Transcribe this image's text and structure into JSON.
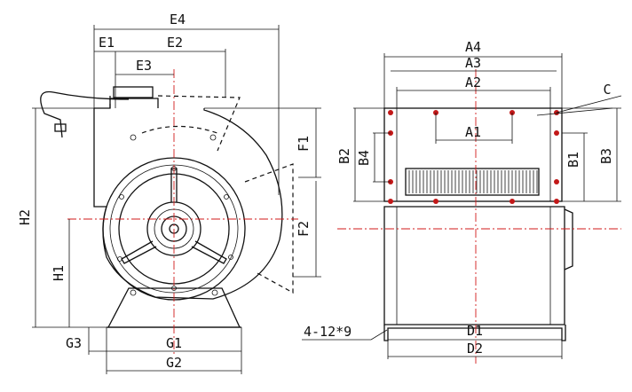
{
  "front_view": {
    "labels": {
      "E4": "E4",
      "E1": "E1",
      "E2": "E2",
      "E3": "E3",
      "F1": "F1",
      "F2": "F2",
      "H2": "H2",
      "H1": "H1",
      "G3": "G3",
      "G1": "G1",
      "G2": "G2"
    }
  },
  "side_view": {
    "labels": {
      "A4": "A4",
      "A3": "A3",
      "A2": "A2",
      "A1": "A1",
      "C": "C",
      "B2": "B2",
      "B4": "B4",
      "B1": "B1",
      "B3": "B3",
      "D1": "D1",
      "D2": "D2",
      "holes": "4-12*9"
    }
  },
  "colors": {
    "line": "#111111",
    "centerline": "#d21a1a",
    "hole": "#c21818",
    "background": "#ffffff"
  }
}
